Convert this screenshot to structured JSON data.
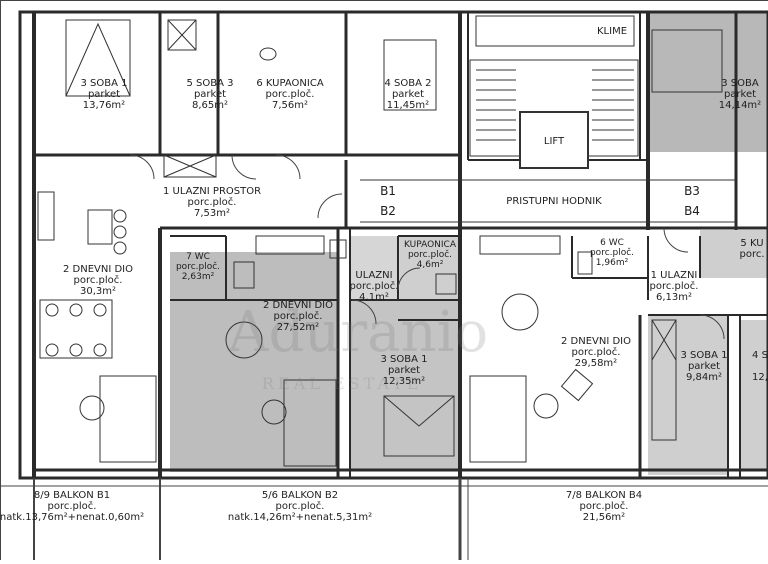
{
  "colors": {
    "wall": "#2a2a2a",
    "line": "#555555",
    "fill_dark": "#b4b4b4",
    "fill_light": "#d9d9d9",
    "accent": "#ffffff"
  },
  "labels": {
    "klime": "KLIME",
    "lift": "LIFT",
    "pristupni": "PRISTUPNI HODNIK",
    "b1": "B1",
    "b2": "B2",
    "b3": "B3",
    "b4": "B4"
  },
  "rooms": {
    "r_3soba1_top": {
      "name": "3 SOBA 1",
      "type": "parket",
      "area": "13,76m²"
    },
    "r_5soba3": {
      "name": "5 SOBA 3",
      "type": "parket",
      "area": "8,65m²"
    },
    "r_6kup": {
      "name": "6 KUPAONICA",
      "type": "porc.ploč.",
      "area": "7,56m²"
    },
    "r_4soba2": {
      "name": "4 SOBA 2",
      "type": "parket",
      "area": "11,45m²"
    },
    "r_3soba_right": {
      "name": "3 SOBA",
      "type": "parket",
      "area": "14,14m²"
    },
    "r_1ulazni": {
      "name": "1 ULAZNI PROSTOR",
      "type": "porc.ploč.",
      "area": "7,53m²"
    },
    "r_2dnevni_left": {
      "name": "2 DNEVNI DIO",
      "type": "porc.ploč.",
      "area": "30,3m²"
    },
    "r_7wc": {
      "name": "7 WC",
      "type": "porc.ploč.",
      "area": "2,63m²"
    },
    "r_2dnevni_mid": {
      "name": "2 DNEVNI DIO",
      "type": "porc.ploč.",
      "area": "27,52m²"
    },
    "r_ulazni_mid": {
      "name": "ULAZNI",
      "type": "porc.ploč.",
      "area": "4,1m²"
    },
    "r_kup_mid": {
      "name": "KUPAONICA",
      "type": "porc.ploč.",
      "area": "4,6m²"
    },
    "r_3soba1_mid": {
      "name": "3 SOBA 1",
      "type": "parket",
      "area": "12,35m²"
    },
    "r_6wc": {
      "name": "6 WC",
      "type": "porc.ploč.",
      "area": "1,96m²"
    },
    "r_1ulazni_r": {
      "name": "1 ULAZNI",
      "type": "porc.ploč.",
      "area": "6,13m²"
    },
    "r_5ku": {
      "name": "5 KU",
      "type": "porc.",
      "area": ""
    },
    "r_2dnevni_r": {
      "name": "2 DNEVNI DIO",
      "type": "porc.ploč.",
      "area": "29,58m²"
    },
    "r_3soba1_r": {
      "name": "3 SOBA 1",
      "type": "parket",
      "area": "9,84m²"
    },
    "r_4s": {
      "name": "4 S",
      "type": "",
      "area": "12,"
    },
    "balkon_b1": {
      "name": "8/9 BALKON B1",
      "type": "porc.ploč.",
      "area": "natk.13,76m²+nenat.0,60m²"
    },
    "balkon_b2": {
      "name": "5/6 BALKON B2",
      "type": "porc.ploč.",
      "area": "natk.14,26m²+nenat.5,31m²"
    },
    "balkon_b4": {
      "name": "7/8 BALKON B4",
      "type": "porc.ploč.",
      "area": "21,56m²"
    }
  },
  "watermark": {
    "brand": "Aduranio",
    "sub": "REAL ESTATE"
  }
}
